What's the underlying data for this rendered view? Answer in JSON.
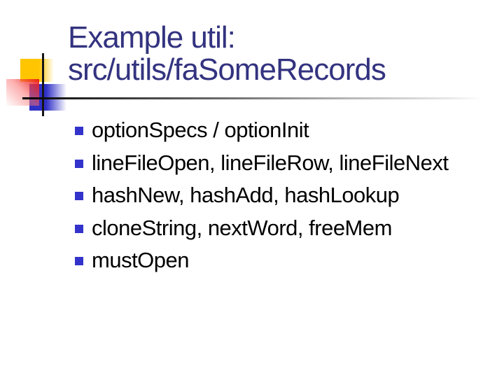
{
  "slide": {
    "title_line1": "Example util:",
    "title_line2": "src/utils/faSomeRecords",
    "bullets": [
      "optionSpecs / optionInit",
      "lineFileOpen, lineFileRow, lineFileNext",
      "hashNew, hashAdd, hashLookup",
      "cloneString, nextWord, freeMem",
      "mustOpen"
    ],
    "colors": {
      "title_text": "#333380",
      "body_text": "#000000",
      "bullet_marker": "#3333cc",
      "accent_yellow": "#ffc500",
      "accent_red": "#eb1919",
      "accent_blue": "#3030c8",
      "rule_dark": "#000000",
      "rule_light": "#e6e6e6"
    }
  }
}
